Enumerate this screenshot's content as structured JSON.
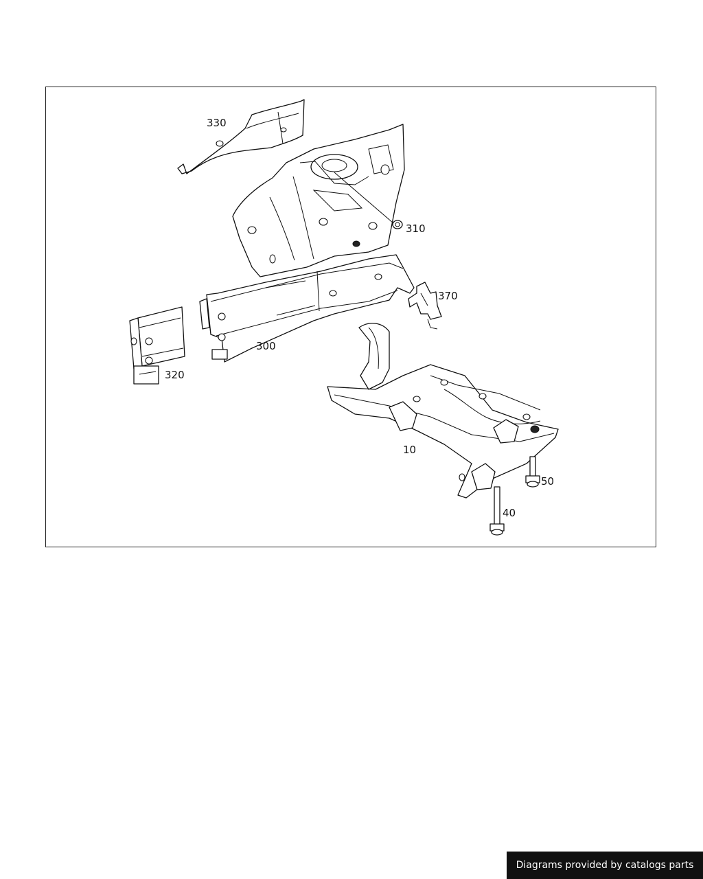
{
  "diagram": {
    "callouts": [
      "330",
      "310",
      "370",
      "300",
      "320",
      "10",
      "50",
      "40"
    ]
  },
  "footer": {
    "credit": "Diagrams provided by catalogs parts"
  },
  "colors": {
    "line": "#111111",
    "background": "#ffffff",
    "credit_bg": "#111111",
    "credit_text": "#ffffff"
  }
}
